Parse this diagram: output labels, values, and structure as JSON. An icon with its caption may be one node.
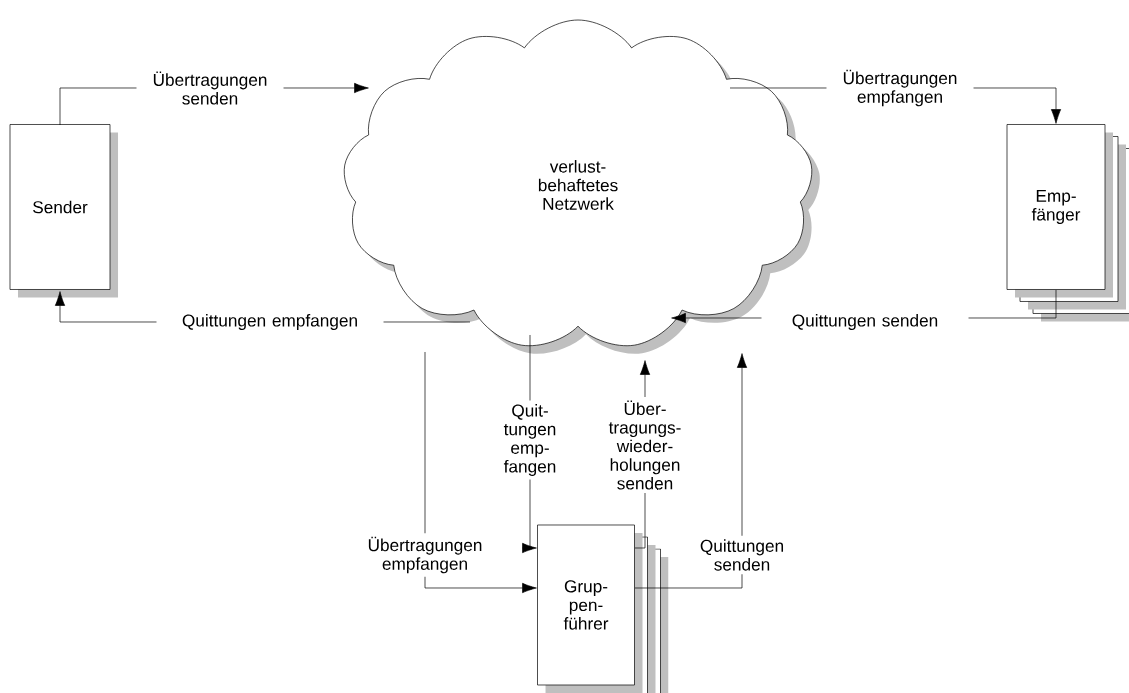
{
  "diagram": {
    "nodes": [
      {
        "text": [
          "Sender"
        ]
      },
      {
        "text": [
          "verlust- behaftetes Netzwerk"
        ]
      },
      {
        "text": [
          "Emp- fänger"
        ]
      },
      {
        "text": [
          "Grup- pen- führer"
        ]
      }
    ],
    "edges": [
      {
        "from": 0,
        "to": 1,
        "arrow": "to",
        "label": "Übertragungen senden"
      },
      {
        "from": 1,
        "to": 2,
        "arrow": "to",
        "label": "Übertragungen empfangen"
      },
      {
        "from": 2,
        "to": 1,
        "arrow": "to",
        "label": "Quittungen senden"
      },
      {
        "from": 1,
        "to": 0,
        "arrow": "to",
        "label": "Quittungen empfangen"
      },
      {
        "from": 1,
        "to": 3,
        "arrow": "to",
        "label": "Übertragungen empfangen"
      },
      {
        "from": 1,
        "to": 3,
        "arrow": "to",
        "label": "Quit- tungen emp- fangen"
      },
      {
        "from": 3,
        "to": 1,
        "arrow": "to",
        "label": "Über- tragungs- wieder- holungen senden"
      },
      {
        "from": 3,
        "to": 1,
        "arrow": "to",
        "label": "Quittungen senden"
      }
    ]
  }
}
